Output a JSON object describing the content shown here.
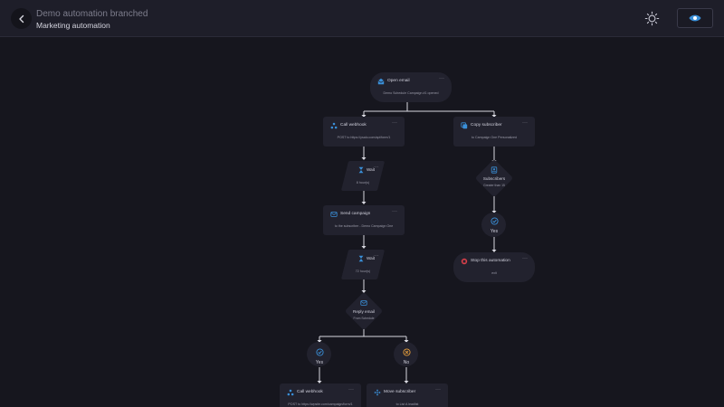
{
  "header": {
    "title": "Demo automation branched",
    "subtitle": "Marketing automation",
    "back_icon": "chevron-left-icon",
    "theme_icon": "sun-icon",
    "preview_icon": "eye-icon"
  },
  "colors": {
    "background": "#16161e",
    "topbar": "#1e1e29",
    "node": "#22222e",
    "wire": "#d8d8e0",
    "accent_blue": "#3a8fd8",
    "accent_orange": "#e8a03c",
    "accent_red": "#d8404a"
  },
  "nodes": {
    "open_email": {
      "label": "Open email",
      "detail": "Demo Schedule Campaign #1 opened",
      "menu": "···",
      "icon": "envelope-open-icon"
    },
    "call_webhook_1": {
      "label": "Call webhook",
      "detail": "POST to https://ysalo.com/api/form/1",
      "menu": "···",
      "icon": "webhook-icon"
    },
    "copy_subscriber": {
      "label": "Copy subscriber",
      "detail": "to Campaign One Personalized",
      "menu": "···",
      "icon": "copy-icon"
    },
    "wait_1": {
      "label": "Wait",
      "detail": "8 hour(s)",
      "menu": "···",
      "icon": "hourglass-icon"
    },
    "subscribers_condition": {
      "label": "Subscribers",
      "detail": "Greater than 15",
      "icon": "users-icon"
    },
    "send_campaign": {
      "label": "Send campaign",
      "detail": "to the subscriber - Demo Campaign One",
      "menu": "···",
      "icon": "send-icon"
    },
    "yes_right": {
      "label": "Yes",
      "icon": "check-circle-icon"
    },
    "stop_automation": {
      "label": "Stop this automation",
      "detail": "exit",
      "menu": "···",
      "icon": "stop-icon"
    },
    "wait_2": {
      "label": "Wait",
      "detail": "72 hour(s)",
      "menu": "···",
      "icon": "hourglass-icon"
    },
    "reply_email": {
      "label": "Reply email",
      "detail": "From Schedule",
      "icon": "reply-email-icon"
    },
    "yes_left": {
      "label": "Yes",
      "icon": "check-circle-icon"
    },
    "no_branch": {
      "label": "No",
      "icon": "x-circle-icon"
    },
    "call_webhook_2": {
      "label": "Call webhook",
      "detail": "POST to https://wpsite.com/campaign/form/1",
      "menu": "···",
      "icon": "webhook-icon"
    },
    "move_subscriber": {
      "label": "Move subscriber",
      "detail": "to List A leadlist",
      "menu": "···",
      "icon": "move-icon"
    }
  }
}
